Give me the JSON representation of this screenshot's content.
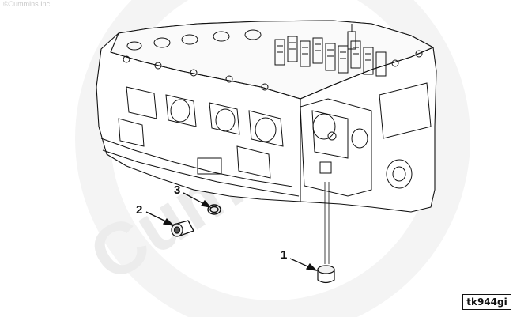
{
  "copyright": "©Cummins Inc",
  "watermark": "Cummins",
  "callouts": [
    {
      "number": "1"
    },
    {
      "number": "2"
    },
    {
      "number": "3"
    }
  ],
  "figure_tag": "tk944gi",
  "colors": {
    "line": "#111111",
    "watermark": "#e9e9e9",
    "background": "#ffffff"
  }
}
